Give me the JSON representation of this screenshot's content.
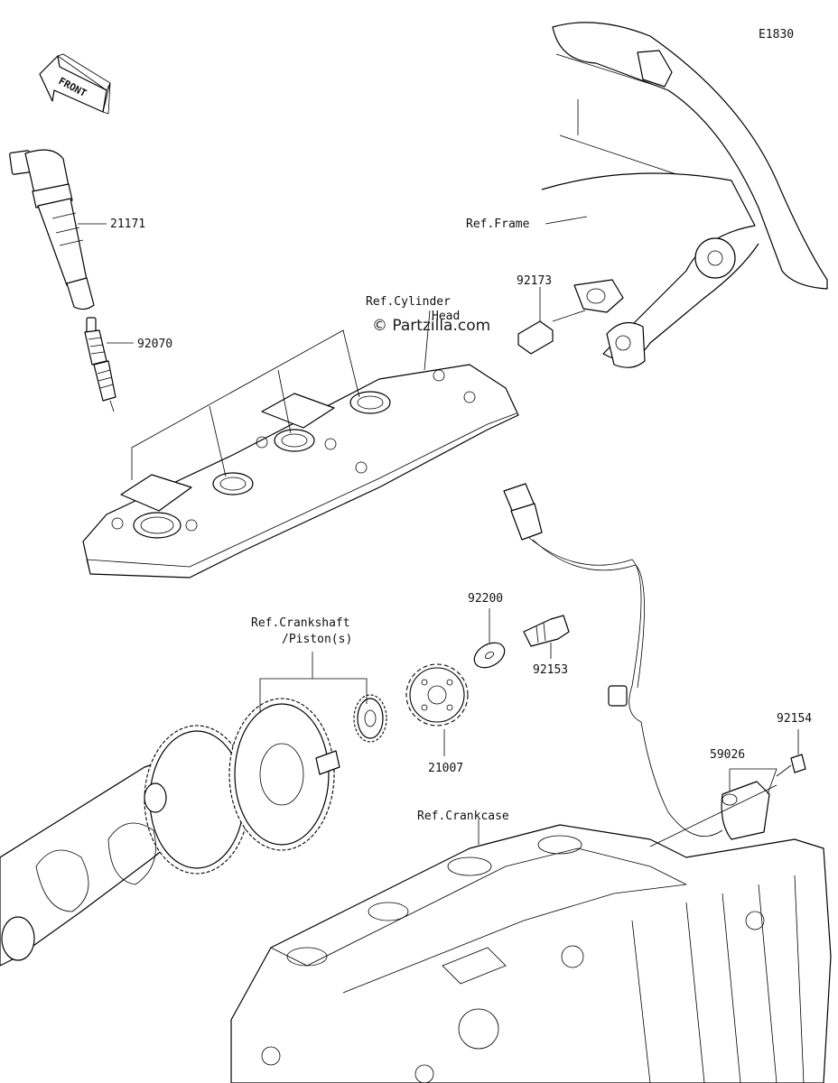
{
  "diagram_code": "E1830",
  "front_arrow_label": "FRONT",
  "watermark": "© Partzilla.com",
  "labels": {
    "p21171": "21171",
    "p92070": "92070",
    "ref_frame": "Ref.Frame",
    "p92173": "92173",
    "ref_cylinder": "Ref.Cylinder",
    "ref_cylinder_2": "Head",
    "ref_crankshaft": "Ref.Crankshaft",
    "ref_crankshaft_2": "/Piston(s)",
    "p92200": "92200",
    "p92153": "92153",
    "p21007": "21007",
    "p92154": "92154",
    "p59026": "59026",
    "ref_crankcase": "Ref.Crankcase"
  }
}
